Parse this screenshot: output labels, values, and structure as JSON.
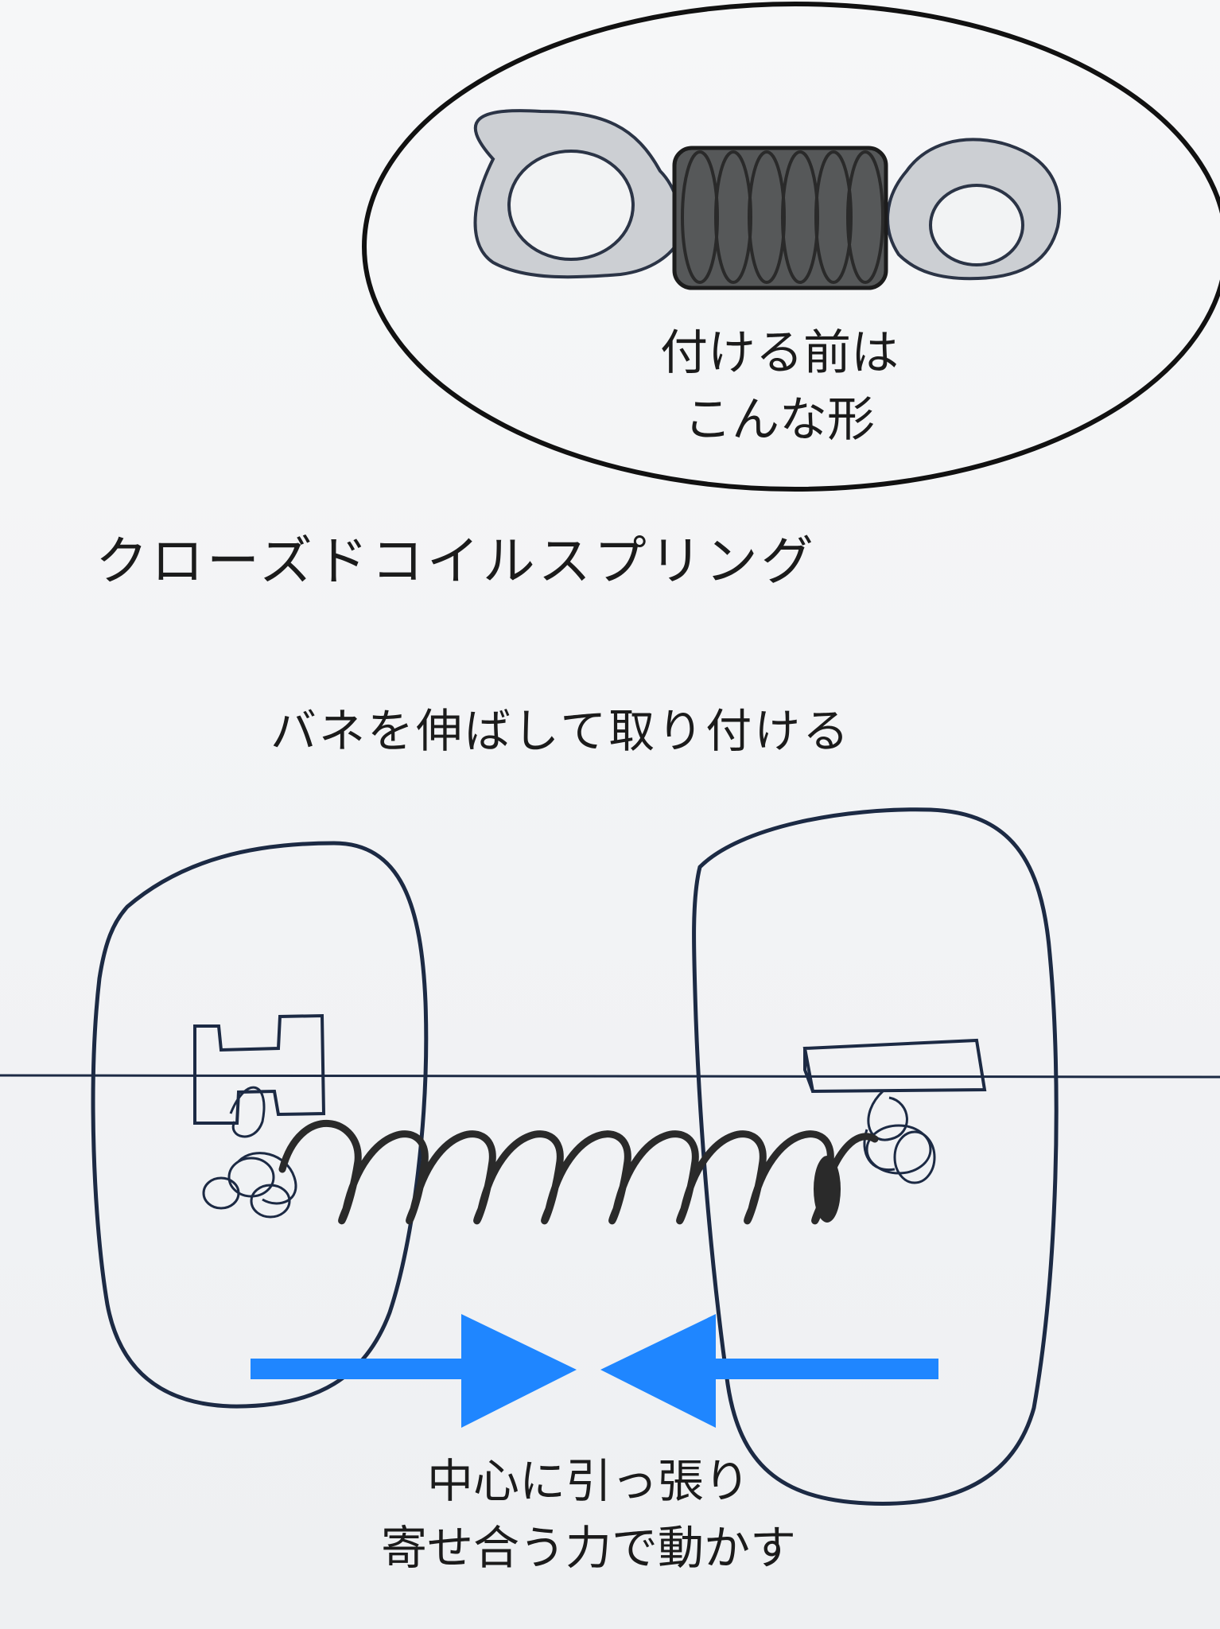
{
  "inset": {
    "caption_lines": [
      "付ける前は",
      "こんな形"
    ]
  },
  "spring_name": "クローズドコイルスプリング",
  "instruction": "バネを伸ばして取り付ける",
  "force": {
    "caption_lines": [
      "中心に引っ張り",
      "寄せ合う力で動かす"
    ],
    "arrow_color": "#1f86ff"
  },
  "ink_color": "#1c2a44",
  "spring_color": "#2a2a2a"
}
